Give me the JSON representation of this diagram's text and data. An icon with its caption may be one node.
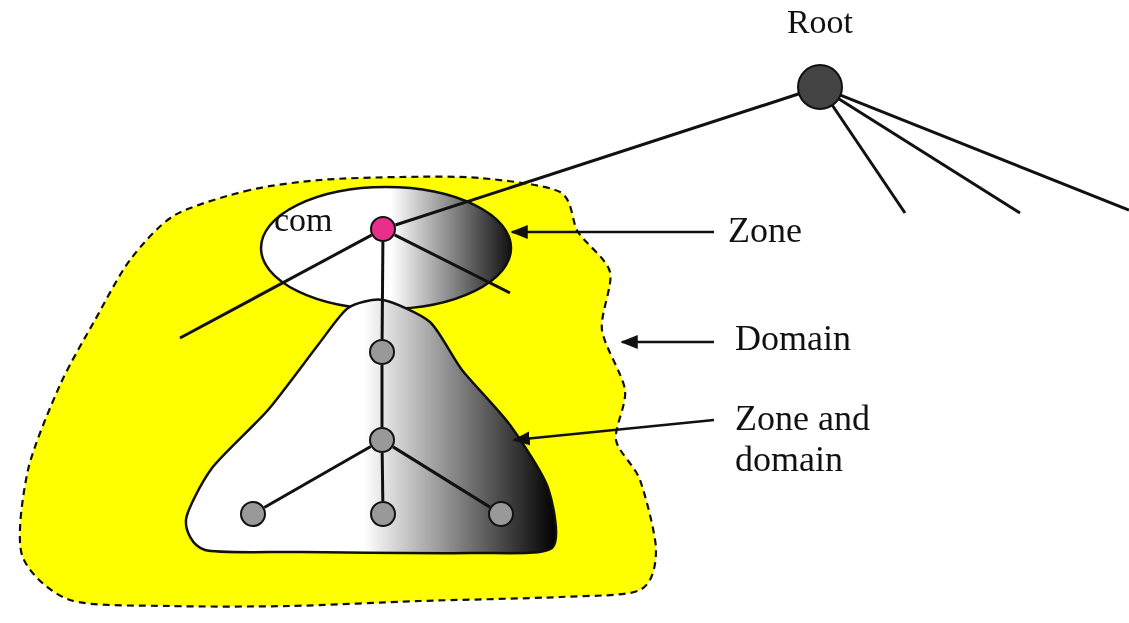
{
  "diagram": {
    "nodes": [
      {
        "text": [
          "Root"
        ]
      },
      {
        "text": [],
        "shape": "cloud"
      },
      {
        "text": [
          "com"
        ],
        "in": 1
      },
      {
        "text": [],
        "shape": "circle",
        "in": 2
      },
      {
        "text": [],
        "shape": "triangle",
        "in": 1
      },
      {
        "text": [],
        "shape": "circle",
        "in": 4
      },
      {
        "text": [],
        "shape": "circle",
        "in": 4
      },
      {
        "text": [],
        "shape": "circle",
        "in": 4
      },
      {
        "text": [],
        "shape": "circle",
        "in": 4
      },
      {
        "text": [],
        "shape": "circle",
        "in": 4
      },
      {
        "text": [
          "Zone"
        ]
      },
      {
        "text": [
          "Domain"
        ]
      },
      {
        "text": [
          "Zone and domain"
        ]
      }
    ],
    "edges": [
      {
        "from": 0,
        "to": 3,
        "arrow": "none"
      },
      {
        "from": 0,
        "to": null,
        "arrow": "none"
      },
      {
        "from": 0,
        "to": null,
        "arrow": "none"
      },
      {
        "from": 0,
        "to": null,
        "arrow": "none"
      },
      {
        "from": 3,
        "to": null,
        "arrow": "none"
      },
      {
        "from": 3,
        "to": null,
        "arrow": "none"
      },
      {
        "from": 3,
        "to": 5,
        "arrow": "none"
      },
      {
        "from": 5,
        "to": 6,
        "arrow": "none"
      },
      {
        "from": 6,
        "to": 7,
        "arrow": "none"
      },
      {
        "from": 6,
        "to": 8,
        "arrow": "none"
      },
      {
        "from": 6,
        "to": 9,
        "arrow": "none"
      },
      {
        "from": 10,
        "to": 2,
        "arrow": "to"
      },
      {
        "from": 11,
        "to": 1,
        "arrow": "to"
      },
      {
        "from": 12,
        "to": 4,
        "arrow": "to"
      }
    ]
  }
}
